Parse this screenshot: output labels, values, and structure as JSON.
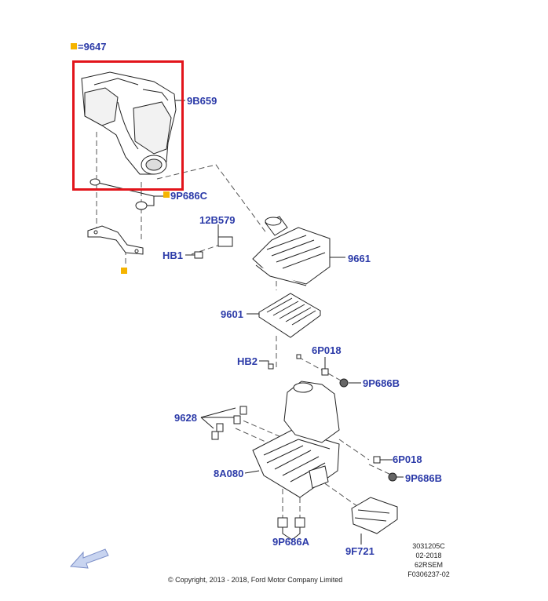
{
  "legend": {
    "label": "=9647",
    "marker_color": "#f5b400"
  },
  "highlight_color": "#e2141b",
  "callout_color": "#2b3aa8",
  "callouts": {
    "p9B659": "9B659",
    "p9P686C": "9P686C",
    "p12B579": "12B579",
    "pHB1": "HB1",
    "p9661": "9661",
    "p9601": "9601",
    "pHB2": "HB2",
    "p6P018a": "6P018",
    "p9P686Ba": "9P686B",
    "p9628": "9628",
    "p8A080": "8A080",
    "p6P018b": "6P018",
    "p9P686Bb": "9P686B",
    "p9P686A": "9P686A",
    "p9F721": "9F721"
  },
  "footer": {
    "code1": "3031205C",
    "code2": "02-2018",
    "code3": "62RSEM",
    "code4": "F0306237-02",
    "copyright": "© Copyright, 2013 - 2018, Ford Motor Company Limited"
  },
  "icons": {
    "navigation": "back-arrow-icon"
  }
}
